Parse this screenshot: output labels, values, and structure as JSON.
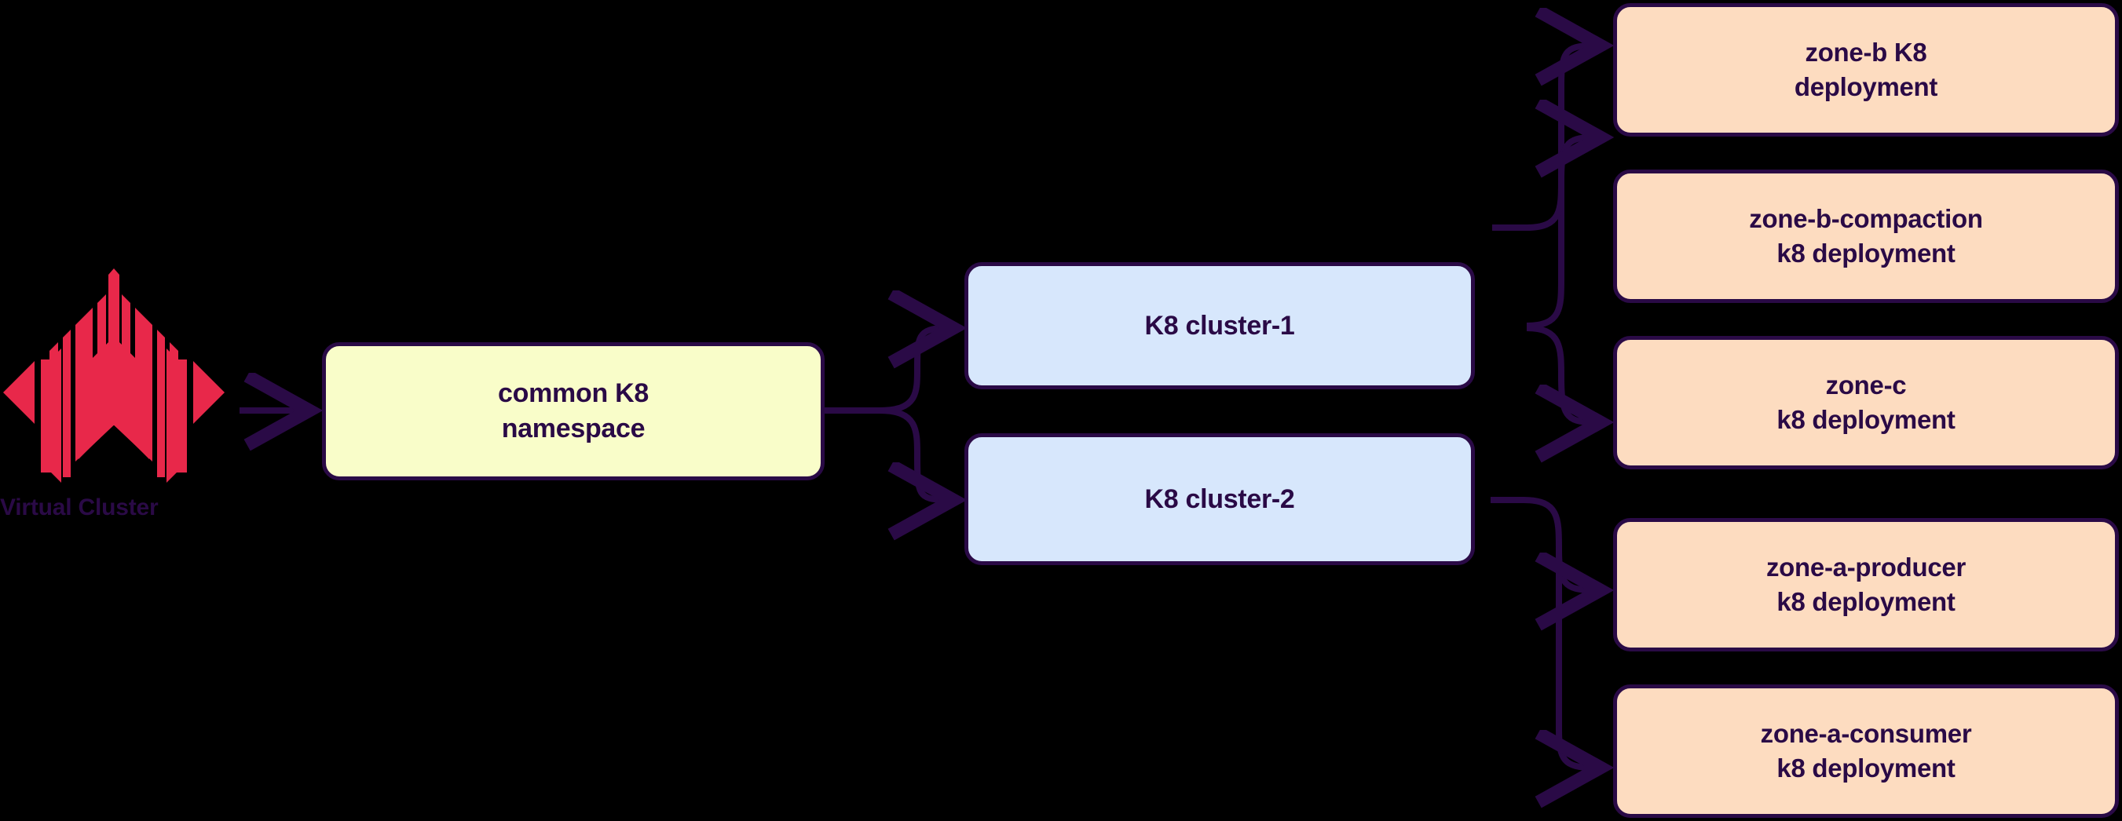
{
  "diagram": {
    "title": "Virtual Cluster Kubernetes deployment topology",
    "background_color": "#000000",
    "edge_color": "#2A0A46",
    "border_color": "#2A0A46",
    "text_color": "#2A0A46",
    "logo_color": "#E8284A"
  },
  "source": {
    "icon": "virtual-cluster-logo",
    "caption": "Virtual Cluster"
  },
  "nodes": {
    "namespace": {
      "label": "common K8\nnamespace",
      "fill": "#F9FDC9",
      "kind": "namespace"
    },
    "clusters": [
      {
        "label": "K8 cluster-1",
        "fill": "#D7E7FC",
        "kind": "cluster"
      },
      {
        "label": "K8 cluster-2",
        "fill": "#D7E7FC",
        "kind": "cluster"
      }
    ],
    "deployments": [
      {
        "label": "zone-b K8\ndeployment",
        "fill": "#FDDCC0",
        "kind": "deployment",
        "source": "K8 cluster-1"
      },
      {
        "label": "zone-b-compaction\nk8 deployment",
        "fill": "#FDDCC0",
        "kind": "deployment",
        "source": "K8 cluster-1"
      },
      {
        "label": "zone-c\nk8 deployment",
        "fill": "#FDDCC0",
        "kind": "deployment",
        "source": "K8 cluster-1"
      },
      {
        "label": "zone-a-producer\nk8 deployment",
        "fill": "#FDDCC0",
        "kind": "deployment",
        "source": "K8 cluster-2"
      },
      {
        "label": "zone-a-consumer\nk8 deployment",
        "fill": "#FDDCC0",
        "kind": "deployment",
        "source": "K8 cluster-2"
      }
    ]
  },
  "edges": [
    {
      "from": "Virtual Cluster",
      "to": "common K8 namespace"
    },
    {
      "from": "common K8 namespace",
      "to": "K8 cluster-1"
    },
    {
      "from": "common K8 namespace",
      "to": "K8 cluster-2"
    },
    {
      "from": "K8 cluster-1",
      "to": "zone-b K8 deployment"
    },
    {
      "from": "K8 cluster-1",
      "to": "zone-b-compaction k8 deployment"
    },
    {
      "from": "K8 cluster-1",
      "to": "zone-c k8 deployment"
    },
    {
      "from": "K8 cluster-2",
      "to": "zone-a-producer k8 deployment"
    },
    {
      "from": "K8 cluster-2",
      "to": "zone-a-consumer k8 deployment"
    }
  ]
}
